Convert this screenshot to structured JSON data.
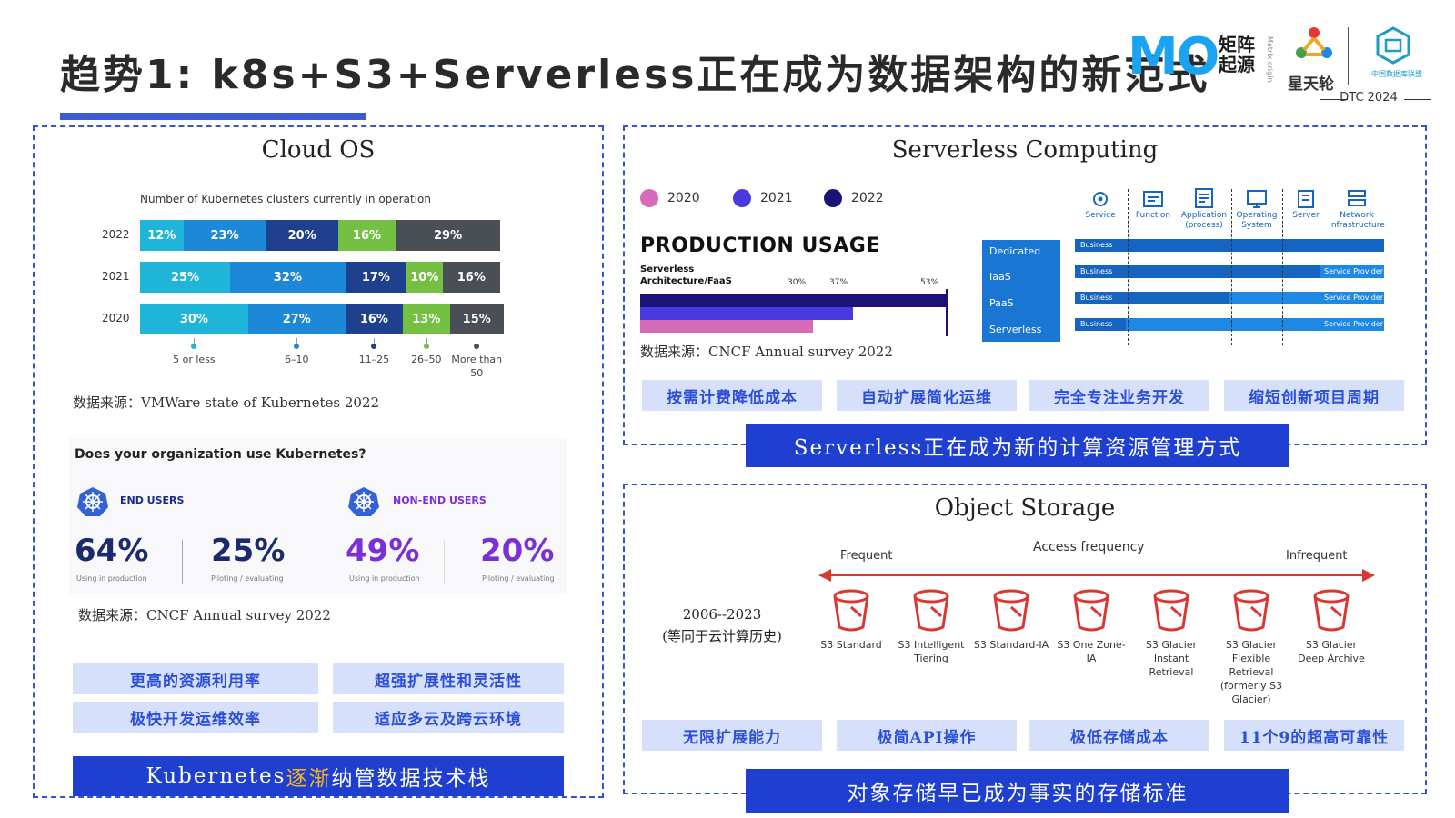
{
  "title": "趋势1: k8s+S3+Serverless正在成为数据架构的新范式",
  "logos": {
    "mo": "MO",
    "mo_sub": "矩阵起源",
    "mo_tag": "Matrix origin",
    "xtl": "星天轮",
    "dtc_org": "中国数据库联盟",
    "dtc_year": "DTC 2024"
  },
  "cloud_os": {
    "title": "Cloud OS",
    "source": "数据来源：VMWare state of Kubernetes 2022",
    "survey": {
      "question": "Does your organization use Kubernetes?",
      "end_users_label": "END USERS",
      "non_end_users_label": "NON-END USERS",
      "end_using": "64%",
      "end_piloting": "25%",
      "non_using": "49%",
      "non_piloting": "20%",
      "note_using": "Using in production",
      "note_piloting": "Piloting / evaluating"
    },
    "survey_source": "数据来源：CNCF Annual survey 2022",
    "chips": [
      "更高的资源利用率",
      "超强扩展性和灵活性",
      "极快开发运维效率",
      "适应多云及跨云环境"
    ],
    "banner_prefix": "Kubernetes",
    "banner_highlight": "逐渐",
    "banner_suffix": "纳管数据技术栈"
  },
  "chart_data": {
    "type": "bar",
    "orientation": "horizontal-stacked",
    "title": "Number of Kubernetes clusters currently in operation",
    "categories": [
      "2022",
      "2021",
      "2020"
    ],
    "series": [
      {
        "name": "5 or less",
        "values": [
          12,
          25,
          30
        ],
        "color": "#1fb5d8"
      },
      {
        "name": "6–10",
        "values": [
          23,
          32,
          27
        ],
        "color": "#1e88d8"
      },
      {
        "name": "11–25",
        "values": [
          20,
          17,
          16
        ],
        "color": "#1f3f8f"
      },
      {
        "name": "26–50",
        "values": [
          16,
          10,
          13
        ],
        "color": "#74c043"
      },
      {
        "name": "More than 50",
        "values": [
          29,
          16,
          15
        ],
        "color": "#4a4f55"
      }
    ],
    "xlim": [
      0,
      100
    ]
  },
  "serverless": {
    "title": "Serverless Computing",
    "legend": [
      {
        "name": "2020",
        "color": "#d66bb8"
      },
      {
        "name": "2021",
        "color": "#4b39e0"
      },
      {
        "name": "2022",
        "color": "#1c1378"
      }
    ],
    "production_title": "PRODUCTION USAGE",
    "production_series": "Serverless Architecture/FaaS",
    "production_values": [
      {
        "year": "2022",
        "value": 53
      },
      {
        "year": "2021",
        "value": 37
      },
      {
        "year": "2020",
        "value": 30
      }
    ],
    "pct_labels": [
      "30%",
      "37%",
      "53%"
    ],
    "stack": [
      "Dedicated",
      "IaaS",
      "PaaS",
      "Serverless"
    ],
    "layers": [
      "Service",
      "Function",
      "Application (process)",
      "Operating System",
      "Server",
      "Network Infrastructure"
    ],
    "business_label": "Business",
    "provider_label": "Service Provider",
    "source": "数据来源：CNCF Annual survey 2022",
    "chips": [
      "按需计费降低成本",
      "自动扩展简化运维",
      "完全专注业务开发",
      "缩短创新项目周期"
    ],
    "banner": "Serverless正在成为新的计算资源管理方式"
  },
  "storage": {
    "title": "Object Storage",
    "frequent": "Frequent",
    "access": "Access frequency",
    "infrequent": "Infrequent",
    "years": "2006--2023",
    "years_note": "(等同于云计算历史)",
    "tiers": [
      "S3 Standard",
      "S3 Intelligent Tiering",
      "S3 Standard-IA",
      "S3 One Zone-IA",
      "S3 Glacier Instant Retrieval",
      "S3 Glacier Flexible Retrieval (formerly S3 Glacier)",
      "S3 Glacier Deep Archive"
    ],
    "chips": [
      "无限扩展能力",
      "极简API操作",
      "极低存储成本",
      "11个9的超高可靠性"
    ],
    "banner": "对象存储早已成为事实的存储标准"
  }
}
